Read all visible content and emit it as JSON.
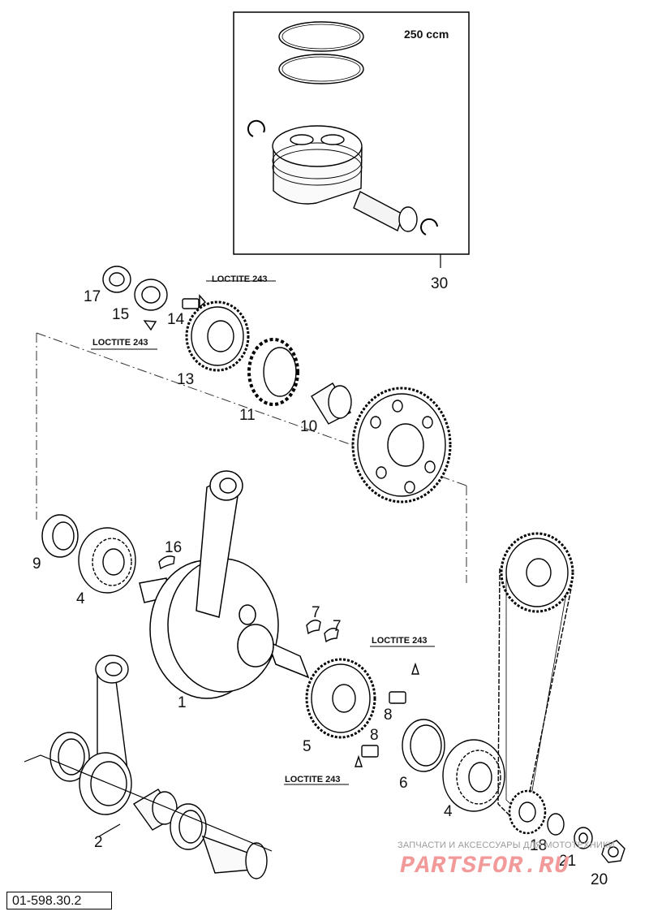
{
  "header": {
    "engine_label": "250 ccm"
  },
  "parts": {
    "p1": "1",
    "p2": "2",
    "p4a": "4",
    "p4b": "4",
    "p5": "5",
    "p6": "6",
    "p7a": "7",
    "p7b": "7",
    "p8a": "8",
    "p8b": "8",
    "p9": "9",
    "p10": "10",
    "p11": "11",
    "p13": "13",
    "p14": "14",
    "p15": "15",
    "p16": "16",
    "p17": "17",
    "p18": "18",
    "p20": "20",
    "p21": "21",
    "p30": "30"
  },
  "notes": {
    "loctite_1": "LOCTITE 243",
    "loctite_2": "LOCTITE 243",
    "loctite_3": "LOCTITE 243",
    "loctite_4": "LOCTITE 243"
  },
  "footer": {
    "document_number": "01-598.30.2"
  },
  "watermark": {
    "line1": "ЗАПЧАСТИ И АКСЕССУАРЫ ДЛЯ МОТОТЕХНИКИ",
    "line2": "PARTSFOR.RU"
  }
}
